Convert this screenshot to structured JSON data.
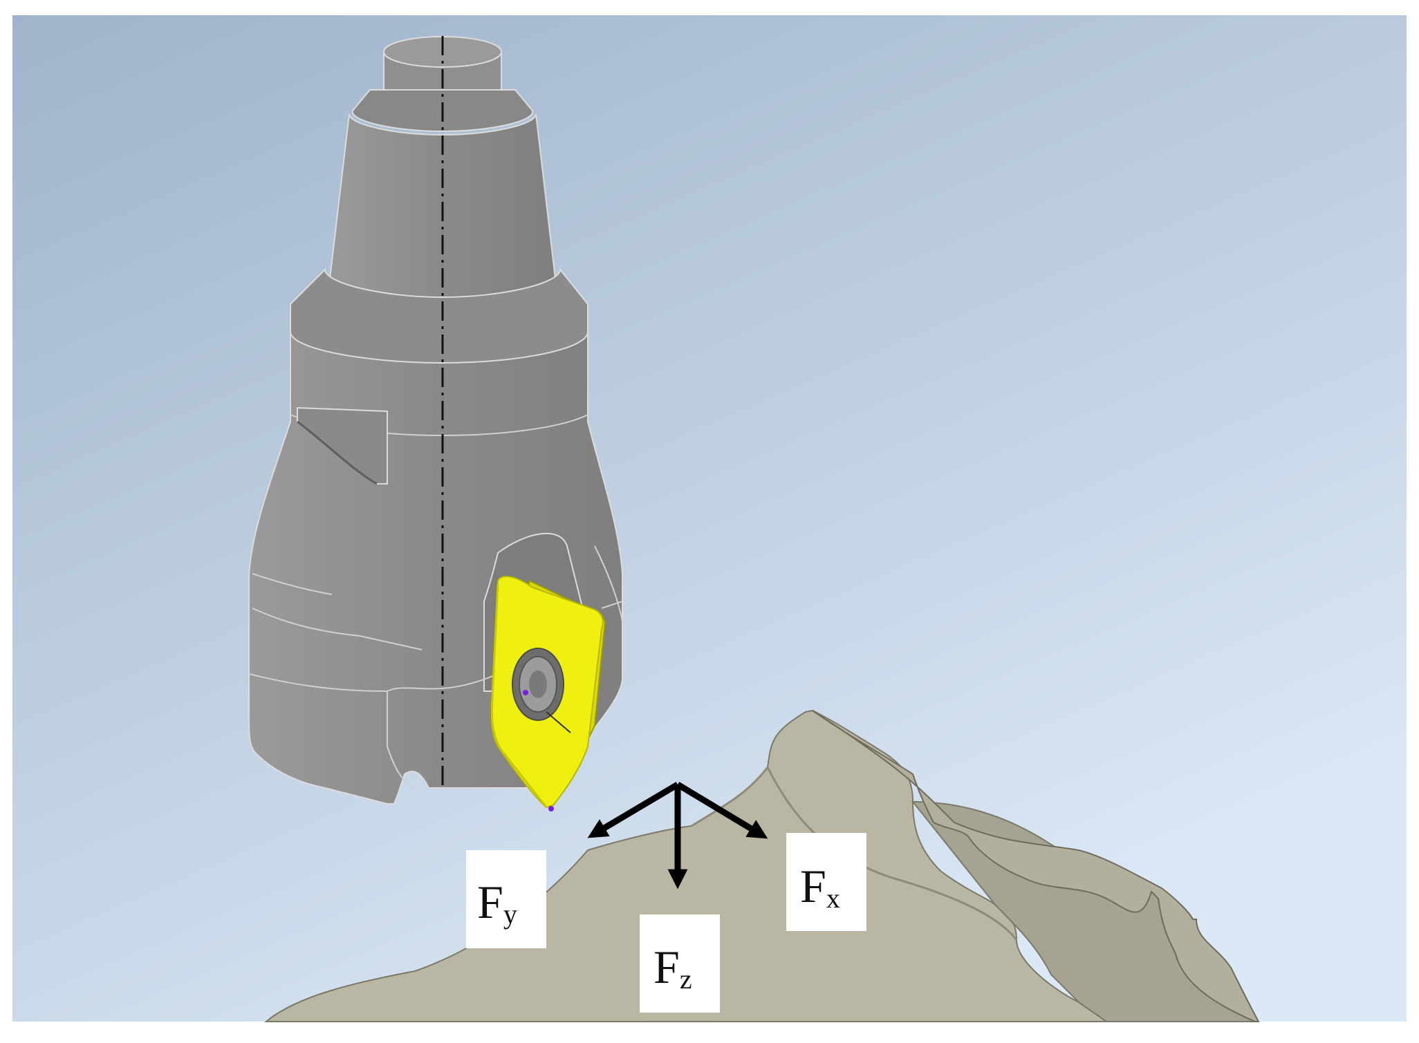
{
  "scene": {
    "colors": {
      "background_top": "#9fb3cb",
      "background_bottom": "#dbe8f5",
      "tool_body": "#8e8e8e",
      "tool_edge": "#d8d8d8",
      "insert": "#f0f010",
      "workpiece": "#bab6a4",
      "arrow": "#000000",
      "label_box": "#ffffff"
    }
  },
  "forces": [
    {
      "id": "fy",
      "main": "F",
      "sub": "y"
    },
    {
      "id": "fz",
      "main": "F",
      "sub": "z"
    },
    {
      "id": "fx",
      "main": "F",
      "sub": "x"
    }
  ]
}
